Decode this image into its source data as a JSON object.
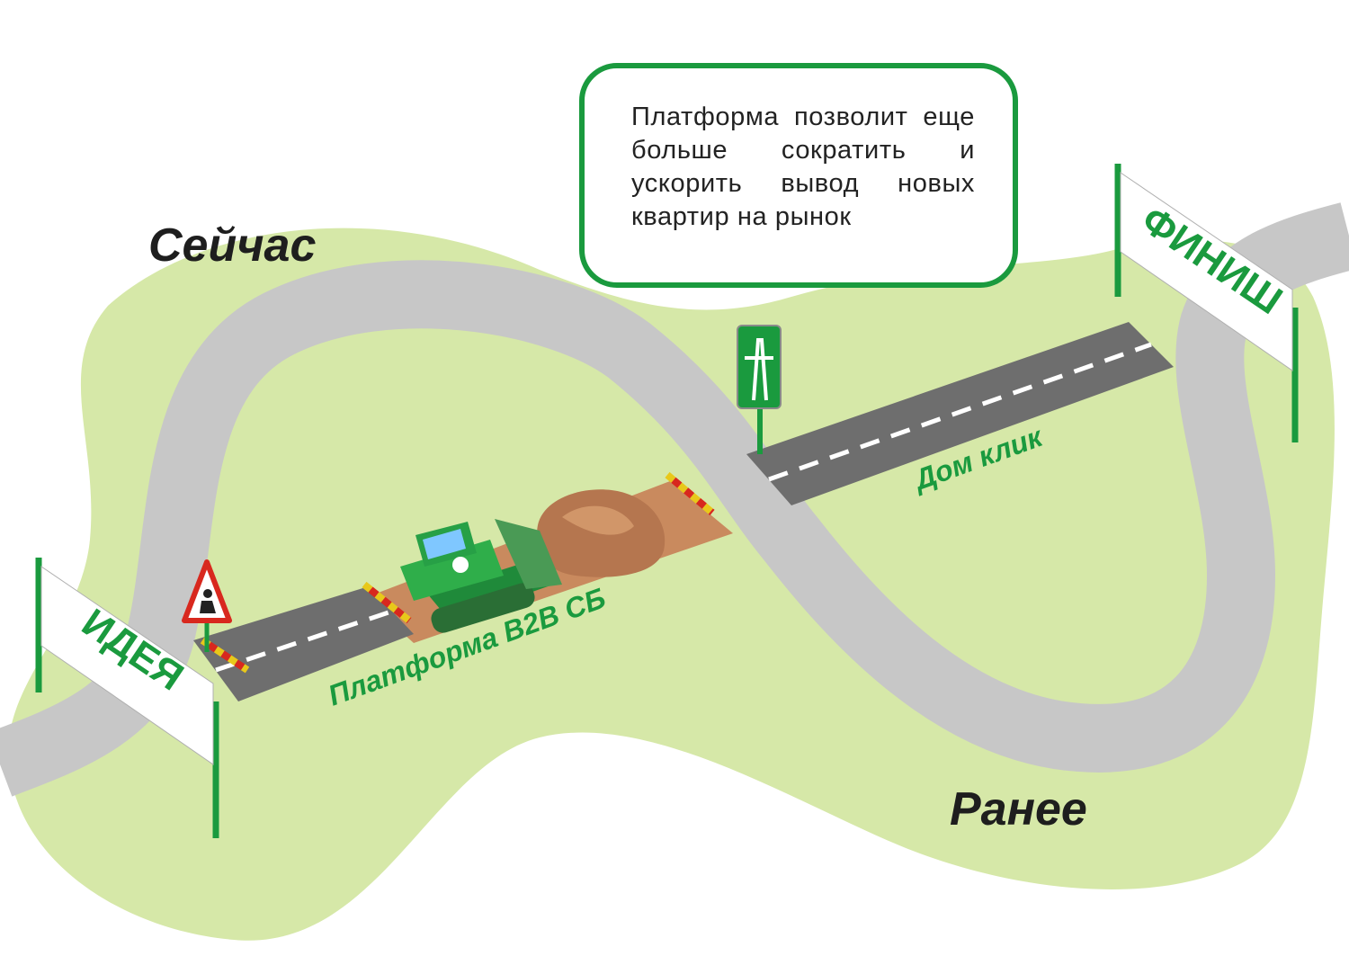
{
  "callout": {
    "text": "Платформа позволит еще больше сократить и ускорить вывод новых квартир на рынок"
  },
  "labels": {
    "now": "Сейчас",
    "before": "Ранее",
    "platform_road": "Платформа В2В СБ",
    "domclick_road": "Дом клик"
  },
  "banners": {
    "start": "ИДЕЯ",
    "finish": "ФИНИШ"
  },
  "colors": {
    "land": "#d6e8a8",
    "road_gray": "#c7c7c7",
    "asphalt": "#6e6e6e",
    "brand_green": "#1a9a3e",
    "dirt": "#c98a5e"
  },
  "icons": [
    "road-works-sign-icon",
    "highway-sign-icon",
    "bulldozer-icon",
    "barrier-icon",
    "dirt-pile-icon"
  ]
}
